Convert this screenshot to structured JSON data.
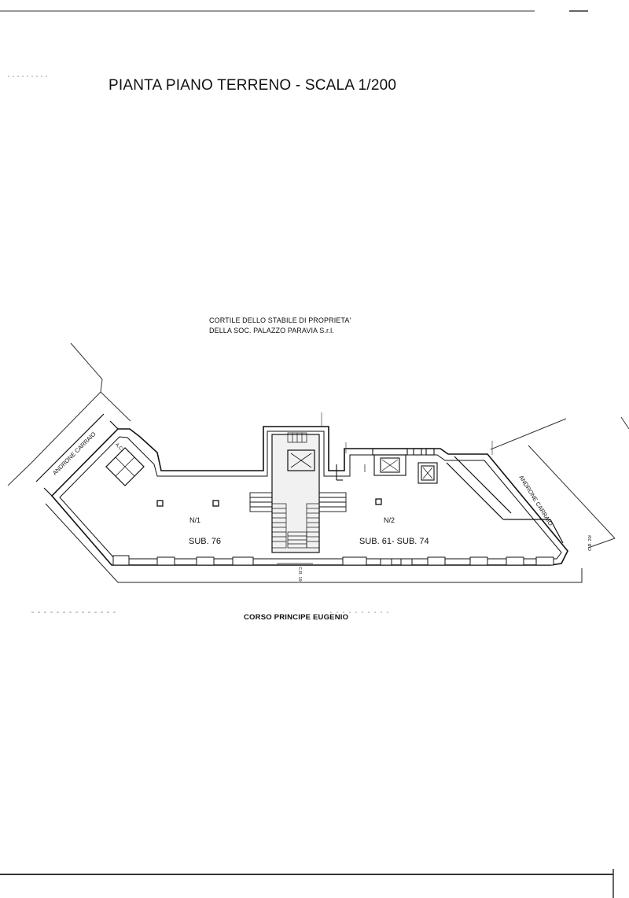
{
  "header": {
    "title": "PIANTA PIANO TERRENO - SCALA 1/200"
  },
  "courtyard_label": {
    "line1": "CORTILE DELLO STABILE DI PROPRIETA'",
    "line2": "DELLA SOC. PALAZZO PARAVIA S.r.l."
  },
  "street_label": "CORSO PRINCIPE EUGENIO",
  "passages": {
    "left": "ANDRONE CARRAIO",
    "right": "ANDRONE CARRAIO"
  },
  "units": {
    "n1": {
      "id": "N/1",
      "sub": "SUB. 76"
    },
    "n2": {
      "id": "N/2",
      "sub": "SUB. 61- SUB. 74"
    }
  },
  "annotations": {
    "stair_dim": "C.R. 19",
    "lift_mark": "A.C.",
    "right_dim": "C.R. 20/"
  }
}
